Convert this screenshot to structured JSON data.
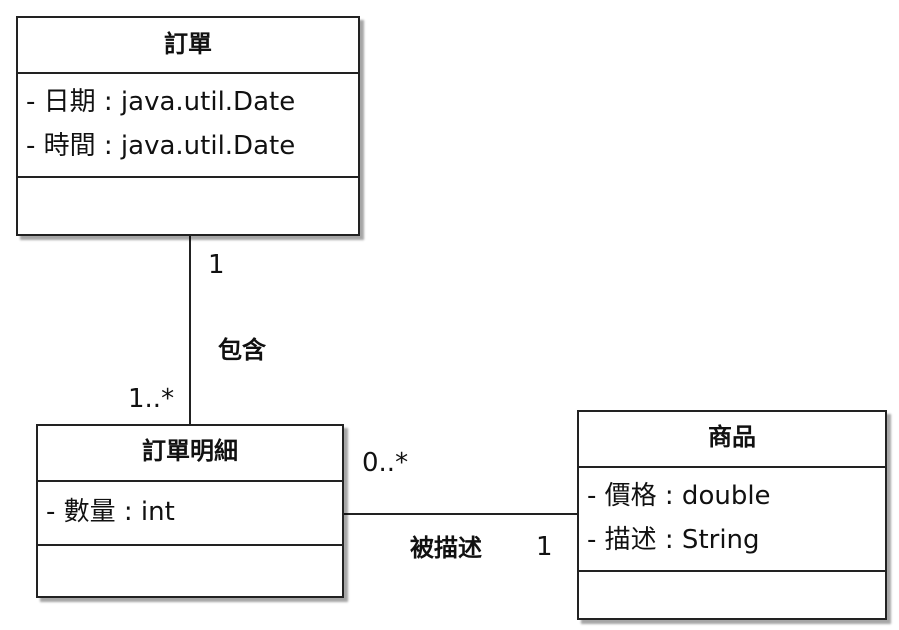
{
  "classes": {
    "order": {
      "name": "訂單",
      "attributes": [
        "- 日期 : java.util.Date",
        "- 時間 : java.util.Date"
      ]
    },
    "order_detail": {
      "name": "訂單明細",
      "attributes": [
        "- 數量 : int"
      ]
    },
    "product": {
      "name": "商品",
      "attributes": [
        "- 價格 : double",
        "- 描述 : String"
      ]
    }
  },
  "associations": {
    "order_detail_link": {
      "name": "包含",
      "order_end": "1",
      "detail_end": "1..*"
    },
    "detail_product_link": {
      "name": "被描述",
      "detail_end": "0..*",
      "product_end": "1"
    }
  },
  "colors": {
    "line": "#222222",
    "background": "#ffffff"
  }
}
